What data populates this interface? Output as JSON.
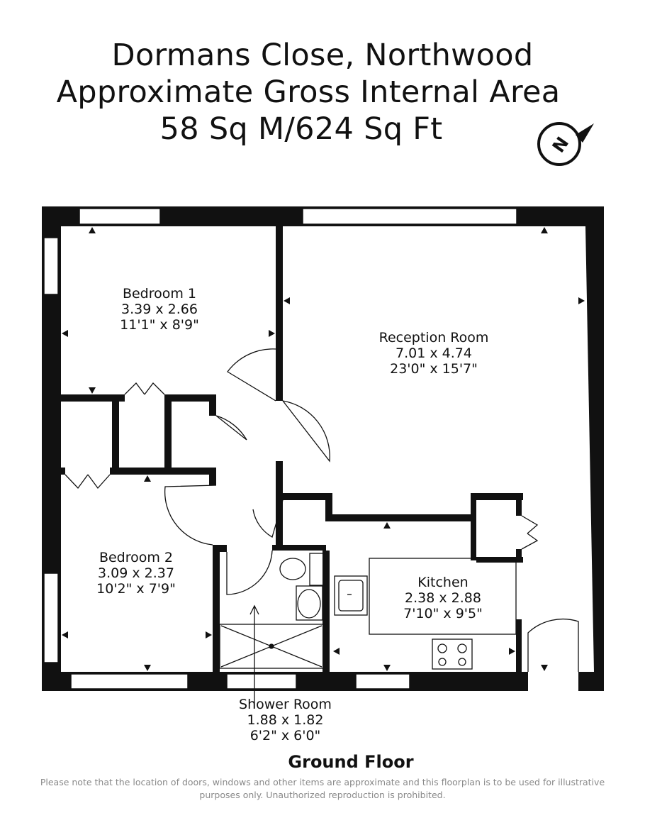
{
  "title": {
    "address": "Dormans Close, Northwood",
    "area_label": "Approximate Gross Internal Area",
    "area_value": "58 Sq M/624 Sq Ft"
  },
  "compass": {
    "letter": "N",
    "icon": "compass-north-icon"
  },
  "rooms": {
    "bedroom1": {
      "name": "Bedroom 1",
      "metric": "3.39 x 2.66",
      "imperial": "11'1\" x 8'9\""
    },
    "reception": {
      "name": "Reception Room",
      "metric": "7.01 x 4.74",
      "imperial": "23'0\" x 15'7\""
    },
    "bedroom2": {
      "name": "Bedroom 2",
      "metric": "3.09 x 2.37",
      "imperial": "10'2\" x 7'9\""
    },
    "kitchen": {
      "name": "Kitchen",
      "metric": "2.38 x 2.88",
      "imperial": "7'10\" x 9'5\""
    },
    "shower": {
      "name": "Shower Room",
      "metric": "1.88 x 1.82",
      "imperial": "6'2\" x 6'0\""
    }
  },
  "floor_label": "Ground Floor",
  "disclaimer": "Please note that the location of doors, windows and other items are approximate and this floorplan is to be used for illustrative purposes only. Unauthorized reproduction is prohibited."
}
